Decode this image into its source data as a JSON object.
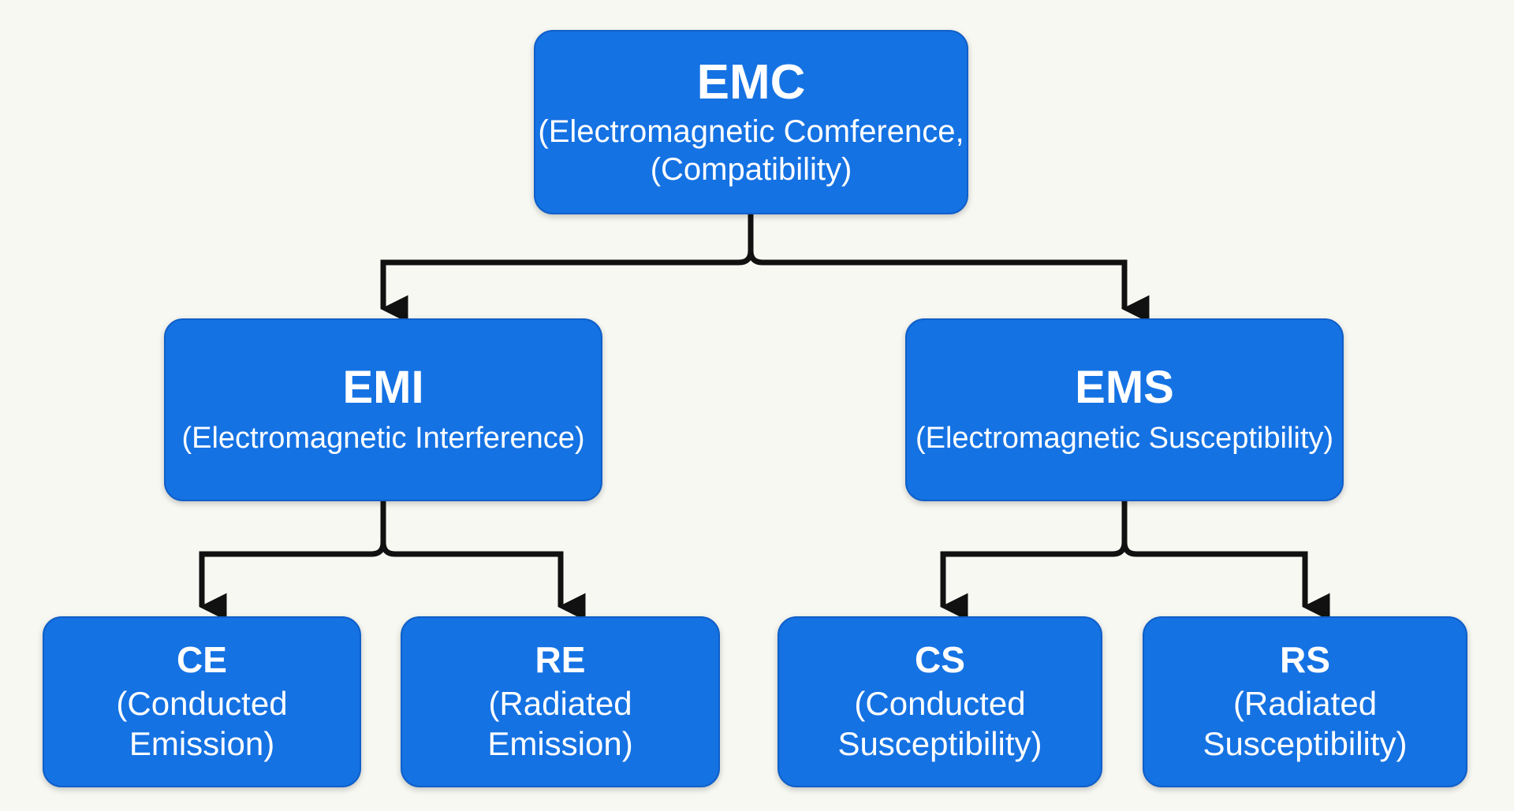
{
  "diagram": {
    "root": {
      "title": "EMC",
      "desc_line1": "(Electromagnetic Comference,",
      "desc_line2": "(Compatibility)"
    },
    "emi": {
      "title": "EMI",
      "desc": "(Electromagnetic Interference)"
    },
    "ems": {
      "title": "EMS",
      "desc": "(Electromagnetic Susceptibility)"
    },
    "ce": {
      "title": "CE",
      "desc_line1": "(Conducted",
      "desc_line2": "Emission)"
    },
    "re": {
      "title": "RE",
      "desc_line1": "(Radiated",
      "desc_line2": "Emission)"
    },
    "cs": {
      "title": "CS",
      "desc_line1": "(Conducted",
      "desc_line2": "Susceptibility)"
    },
    "rs": {
      "title": "RS",
      "desc_line1": "(Radiated",
      "desc_line2": "Susceptibility)"
    }
  },
  "colors": {
    "node_fill": "#1572e3",
    "node_border": "#0f5fc8",
    "text": "#ffffff",
    "connector": "#111111",
    "background": "#f8f8f3"
  }
}
